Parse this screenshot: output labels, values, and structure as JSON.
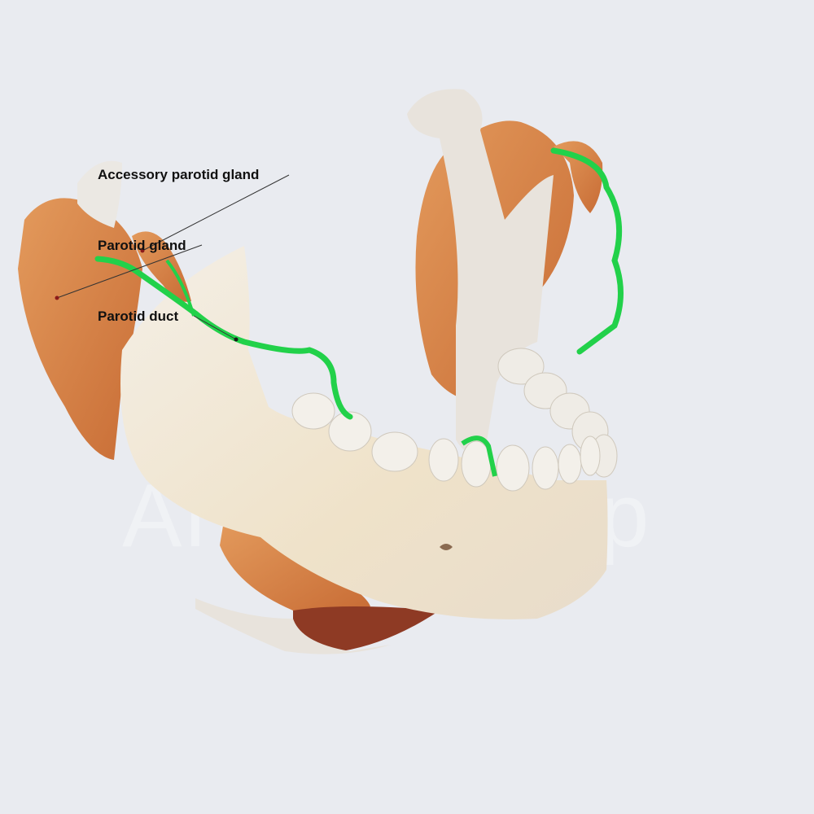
{
  "labels": {
    "accessory_parotid_gland": "Accessory parotid gland",
    "parotid_gland": "Parotid gland",
    "parotid_duct": "Parotid duct"
  },
  "watermark": "AnatomyTop",
  "colors": {
    "background": "#e9ebf0",
    "gland": "#d9854a",
    "bone": "#efe6d6",
    "duct": "#22d14a",
    "leader_line": "#333333"
  }
}
